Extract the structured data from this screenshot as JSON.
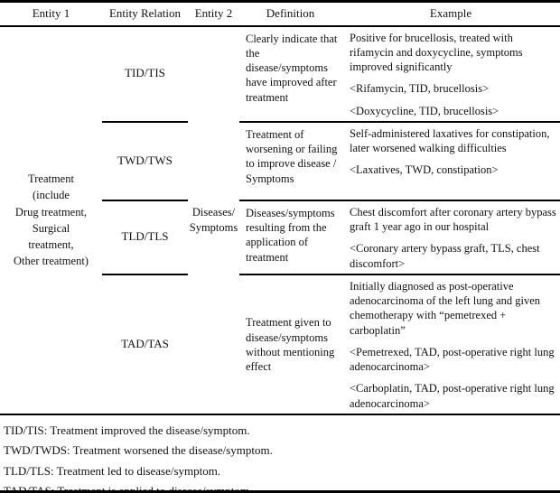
{
  "table": {
    "columns": [
      "Entity 1",
      "Entity Relation",
      "Entity 2",
      "Definition",
      "Example"
    ],
    "entity1": "Treatment\n(include\nDrug treatment,\nSurgical\ntreatment,\nOther treatment)",
    "entity2": "Diseases/\nSymptoms",
    "rows": [
      {
        "relation": "TID/TIS",
        "definition": "Clearly indicate that the disease/symptoms have improved after treatment",
        "examples": [
          "Positive for brucellosis, treated with rifamycin and doxycycline, symptoms improved significantly",
          "<Rifamycin, TID, brucellosis>",
          "<Doxycycline, TID, brucellosis>"
        ]
      },
      {
        "relation": "TWD/TWS",
        "definition": "Treatment of worsening or failing to improve disease / Symptoms",
        "examples": [
          "Self-administered laxatives for constipation, later worsened walking difficulties",
          "<Laxatives, TWD, constipation>"
        ]
      },
      {
        "relation": "TLD/TLS",
        "definition": "Diseases/symptoms resulting from the application of treatment",
        "examples": [
          "Chest discomfort after coronary artery bypass graft 1 year ago in our hospital",
          "<Coronary artery bypass graft, TLS, chest discomfort>"
        ]
      },
      {
        "relation": "TAD/TAS",
        "definition": "Treatment given to disease/symptoms without mentioning effect",
        "examples": [
          "Initially diagnosed as post-operative adenocarcinoma of the left lung and given chemotherapy with “pemetrexed + carboplatin”",
          "<Pemetrexed, TAD, post-operative right lung adenocarcinoma>",
          "<Carboplatin, TAD, post-operative right lung adenocarcinoma>"
        ]
      }
    ]
  },
  "footnotes": [
    "TID/TIS: Treatment improved the disease/symptom.",
    "TWD/TWDS: Treatment worsened the disease/symptom.",
    "TLD/TLS: Treatment led to disease/symptom.",
    "TAD/TAS: Treatment is applied to disease/symptom."
  ],
  "colors": {
    "background": "#ffffff",
    "text": "#111111",
    "rule": "#000000"
  }
}
